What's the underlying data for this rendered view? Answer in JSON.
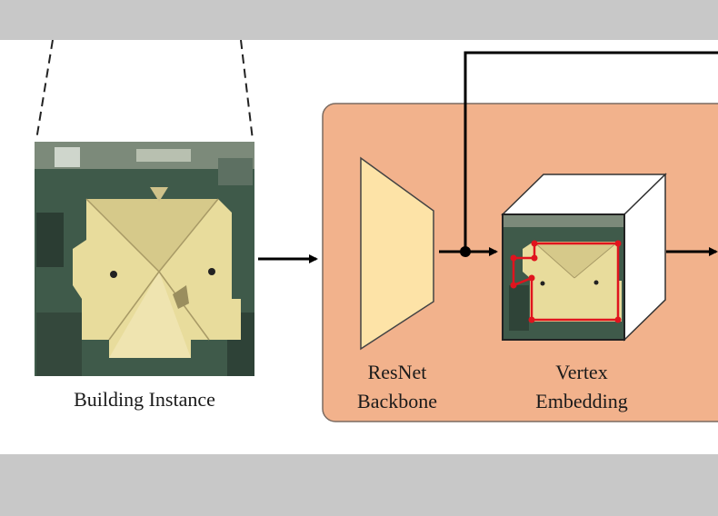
{
  "diagram": {
    "building_instance_label": "Building Instance",
    "backbone_label_line1": "ResNet",
    "backbone_label_line2": "Backbone",
    "embedding_label_line1": "Vertex",
    "embedding_label_line2": "Embedding"
  },
  "colors": {
    "module_panel": "#f2b28c",
    "module_border": "#7a6a60",
    "backbone_fill": "#fde3a7",
    "backbone_stroke": "#444444",
    "arrow": "#000000",
    "polygon": "#e0141e",
    "roof": "#e8dc9c",
    "vegetation": "#3f5a4a"
  }
}
